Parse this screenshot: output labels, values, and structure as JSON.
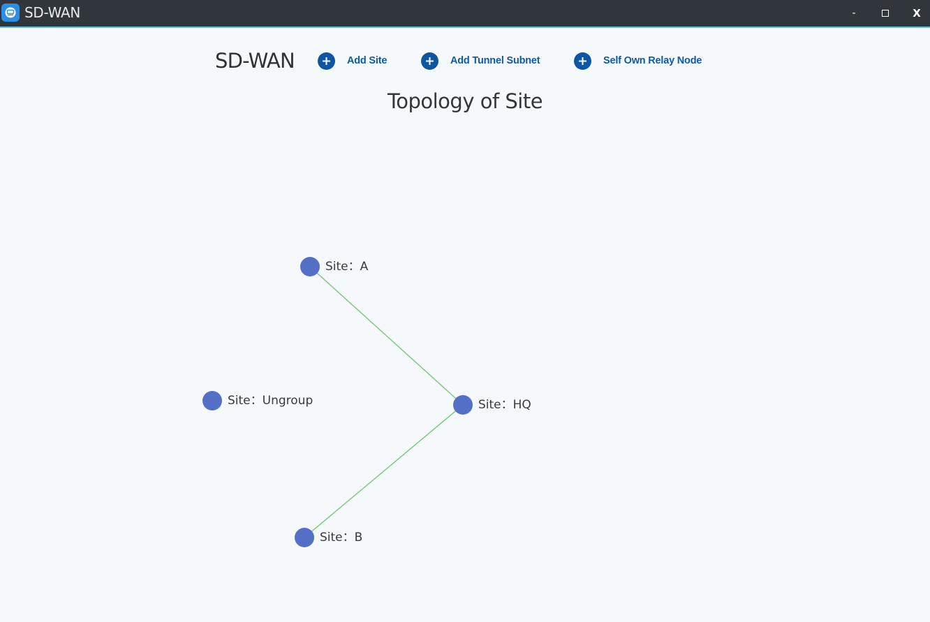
{
  "window": {
    "title": "SD-WAN",
    "controls": {
      "minimize": "-",
      "close": "X"
    }
  },
  "header": {
    "app_name": "SD-WAN",
    "actions": [
      {
        "label": "Add Site",
        "icon": "plus-circle-icon"
      },
      {
        "label": "Add Tunnel Subnet",
        "icon": "plus-circle-icon"
      },
      {
        "label": "Self Own Relay Node",
        "icon": "plus-circle-icon"
      }
    ]
  },
  "topology": {
    "title": "Topology of Site",
    "node_color": "#5470c6",
    "link_color": "#7cc47c",
    "nodes": [
      {
        "id": "A",
        "label": "Site：A"
      },
      {
        "id": "Ungroup",
        "label": "Site：Ungroup"
      },
      {
        "id": "HQ",
        "label": "Site：HQ"
      },
      {
        "id": "B",
        "label": "Site：B"
      }
    ],
    "links": [
      {
        "source": "A",
        "target": "HQ"
      },
      {
        "source": "B",
        "target": "HQ"
      }
    ]
  },
  "colors": {
    "titlebar": "#31363d",
    "accent_line": "#5fc3d8",
    "action_blue": "#0d56a4",
    "background": "#f5f9fc"
  }
}
